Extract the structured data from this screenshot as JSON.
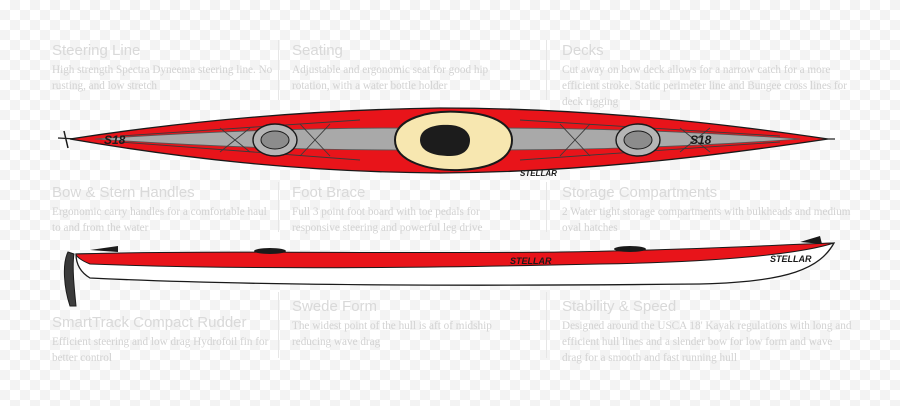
{
  "features": [
    {
      "title": "Steering Line",
      "body": "High strength Spectra Dyneema steering line. No rusting, and low stretch"
    },
    {
      "title": "Seating",
      "body": "Adjustable and ergonomic seat for good hip rotation, with a water bottle holder"
    },
    {
      "title": "Decks",
      "body": "Cut away on bow deck allows for a narrow catch for a more efficient stroke. Static perimeter line and Bungee cross lines for deck rigging"
    },
    {
      "title": "Bow & Stern Handles",
      "body": "Ergonomic carry handles for a comfortable haul to and from the water"
    },
    {
      "title": "Foot Brace",
      "body": "Full 3 point foot board with toe pedals for responsive steering and powerful leg drive"
    },
    {
      "title": "Storage Compartments",
      "body": "2 Water tight storage compartments with bulkheads and medium oval hatches"
    },
    {
      "title": "SmartTrack Compact Rudder",
      "body": "Efficient steering and low drag Hydrofoil fin for better control"
    },
    {
      "title": "Swede Form",
      "body": "The widest point of the hull is aft of midship reducing wave drag"
    },
    {
      "title": "Stability & Speed",
      "body": "Designed around the USCA 18' Kayak regulations with long and efficient hull lines and a slender bow for low form and wave drag for a smooth and fast running hull"
    }
  ],
  "brand": {
    "logo_text": "STELLAR",
    "model_badge": "S18"
  },
  "colors": {
    "hull_red": "#e8141a",
    "deck_gray": "#a9a9a9",
    "hull_white": "#ffffff",
    "outline": "#1a1a1a"
  }
}
